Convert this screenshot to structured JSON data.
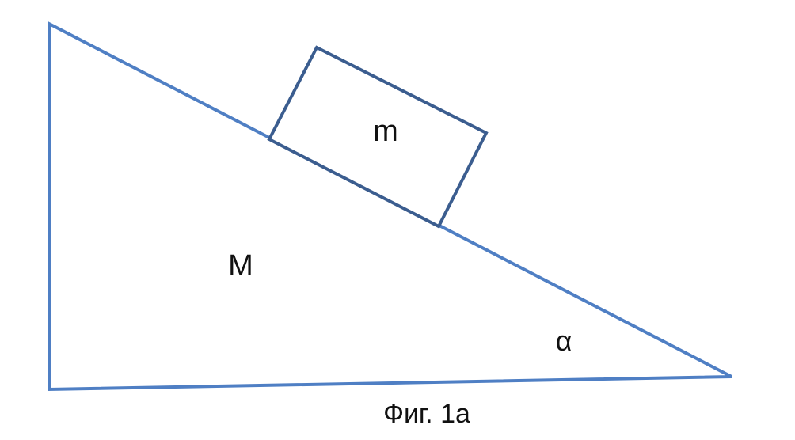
{
  "labels": {
    "wedge_mass": "M",
    "block_mass": "m",
    "angle": "α",
    "caption": "Фиг. 1а"
  },
  "colors": {
    "wedge_stroke": "#4f7fc4",
    "block_stroke": "#3b5d8f",
    "text": "#111111",
    "background": "#ffffff"
  }
}
